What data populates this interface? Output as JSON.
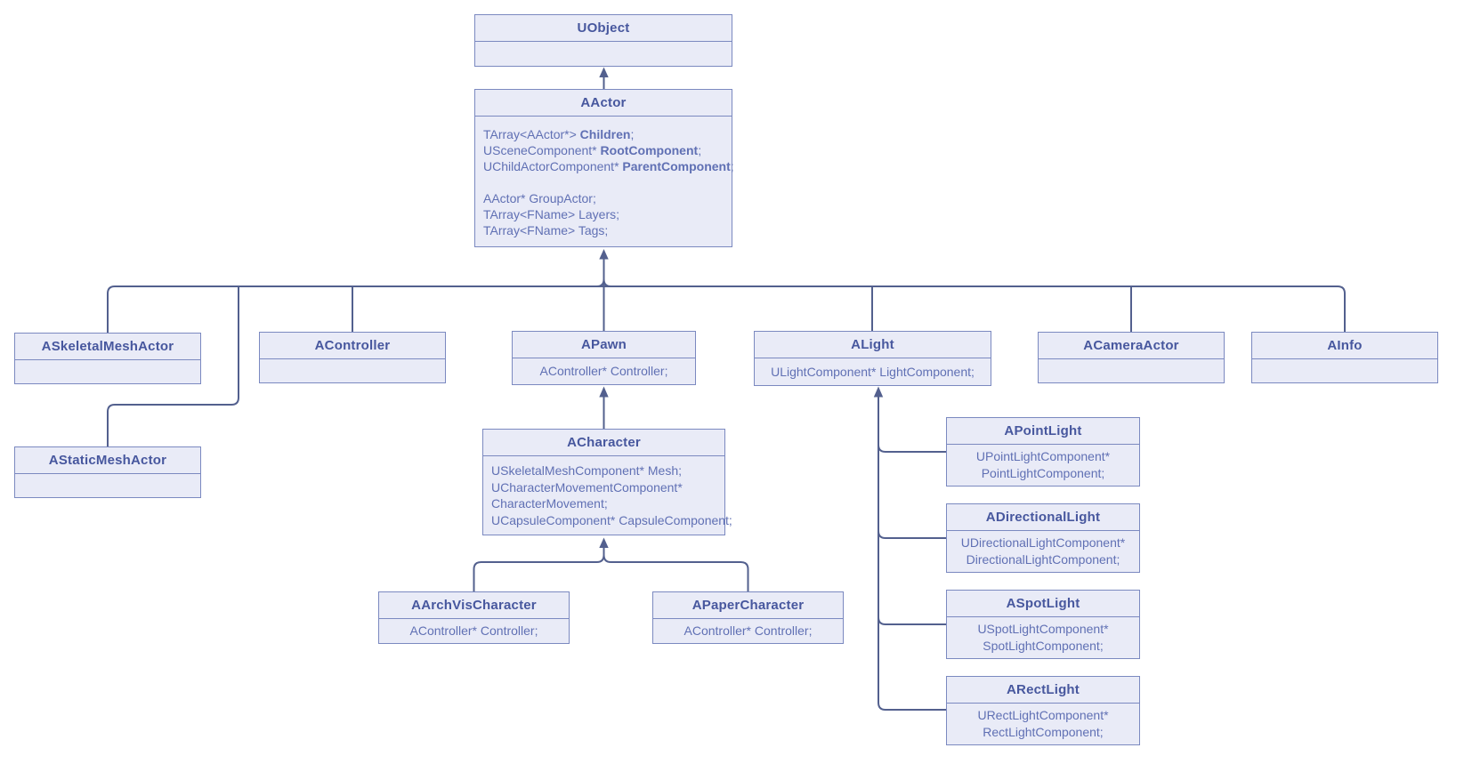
{
  "palette": {
    "background": "#ffffff",
    "box_fill": "#e9ebf7",
    "box_border": "#7b89c0",
    "header_text": "#47579e",
    "body_text": "#6070b4",
    "connector": "#53608e"
  },
  "classes": {
    "uobject": {
      "name": "UObject"
    },
    "aactor": {
      "name": "AActor",
      "fields": [
        {
          "prefix": "TArray<AActor*> ",
          "emphasis": "Children",
          "suffix": ";"
        },
        {
          "prefix": "USceneComponent* ",
          "emphasis": "RootComponent",
          "suffix": ";"
        },
        {
          "prefix": "UChildActorComponent* ",
          "emphasis": "ParentComponent",
          "suffix": ";"
        },
        {
          "prefix": "",
          "emphasis": "",
          "suffix": ""
        },
        {
          "prefix": "AActor* GroupActor;",
          "emphasis": "",
          "suffix": ""
        },
        {
          "prefix": "TArray<FName> Layers;",
          "emphasis": "",
          "suffix": ""
        },
        {
          "prefix": "TArray<FName> Tags;",
          "emphasis": "",
          "suffix": ""
        }
      ]
    },
    "askeletalmeshactor": {
      "name": "ASkeletalMeshActor"
    },
    "astaticmeshactor": {
      "name": "AStaticMeshActor"
    },
    "acontroller": {
      "name": "AController"
    },
    "apawn": {
      "name": "APawn",
      "member": "AController* Controller;"
    },
    "acharacter": {
      "name": "ACharacter",
      "lines": [
        "USkeletalMeshComponent* Mesh;",
        "UCharacterMovementComponent*",
        "CharacterMovement;",
        "UCapsuleComponent* CapsuleComponent;"
      ]
    },
    "aarchvischaracter": {
      "name": "AArchVisCharacter",
      "member": "AController* Controller;"
    },
    "apapercharacter": {
      "name": "APaperCharacter",
      "member": "AController* Controller;"
    },
    "alight": {
      "name": "ALight",
      "member": "ULightComponent* LightComponent;"
    },
    "apointlight": {
      "name": "APointLight",
      "lines": [
        "UPointLightComponent*",
        "PointLightComponent;"
      ]
    },
    "adirectionallight": {
      "name": "ADirectionalLight",
      "lines": [
        "UDirectionalLightComponent*",
        "DirectionalLightComponent;"
      ]
    },
    "aspotlight": {
      "name": "ASpotLight",
      "lines": [
        "USpotLightComponent*",
        "SpotLightComponent;"
      ]
    },
    "arectlight": {
      "name": "ARectLight",
      "lines": [
        "URectLightComponent*",
        "RectLightComponent;"
      ]
    },
    "acameraactor": {
      "name": "ACameraActor"
    },
    "ainfo": {
      "name": "AInfo"
    }
  },
  "inheritance": [
    {
      "parent": "UObject",
      "child": "AActor"
    },
    {
      "parent": "AActor",
      "child": "ASkeletalMeshActor"
    },
    {
      "parent": "AActor",
      "child": "AStaticMeshActor"
    },
    {
      "parent": "AActor",
      "child": "AController"
    },
    {
      "parent": "AActor",
      "child": "APawn"
    },
    {
      "parent": "AActor",
      "child": "ALight"
    },
    {
      "parent": "AActor",
      "child": "ACameraActor"
    },
    {
      "parent": "AActor",
      "child": "AInfo"
    },
    {
      "parent": "APawn",
      "child": "ACharacter"
    },
    {
      "parent": "ACharacter",
      "child": "AArchVisCharacter"
    },
    {
      "parent": "ACharacter",
      "child": "APaperCharacter"
    },
    {
      "parent": "ALight",
      "child": "APointLight"
    },
    {
      "parent": "ALight",
      "child": "ADirectionalLight"
    },
    {
      "parent": "ALight",
      "child": "ASpotLight"
    },
    {
      "parent": "ALight",
      "child": "ARectLight"
    }
  ]
}
